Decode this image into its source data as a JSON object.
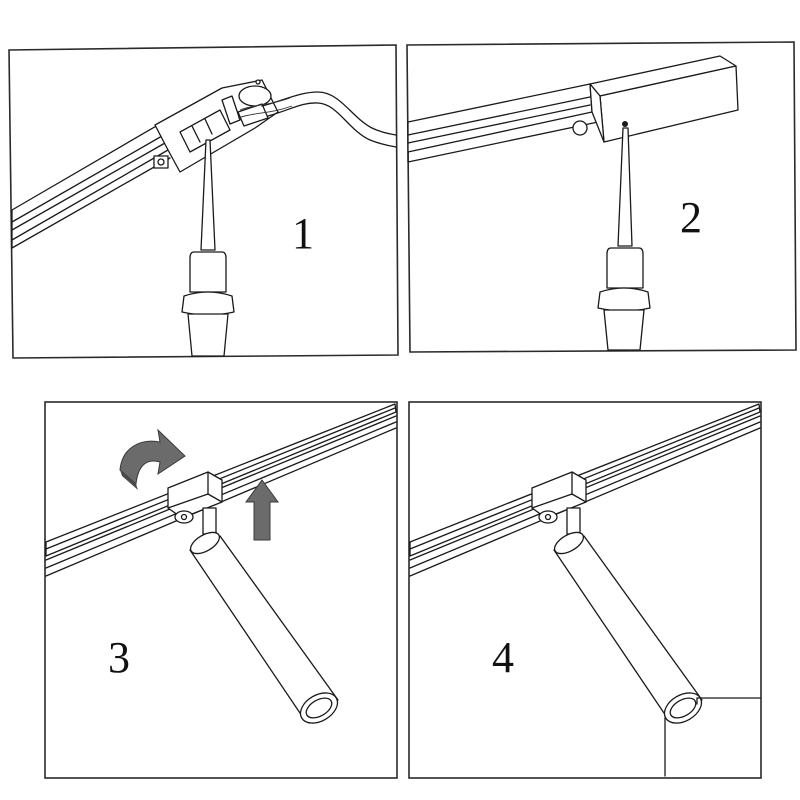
{
  "steps": [
    {
      "number": "1",
      "label": "1"
    },
    {
      "number": "2",
      "label": "2"
    },
    {
      "number": "3",
      "label": "3"
    },
    {
      "number": "4",
      "label": "4"
    }
  ],
  "colors": {
    "line": "#1a1a1a",
    "arrow": "#6b6b6b",
    "background": "#ffffff"
  },
  "icons": [
    "screwdriver-icon",
    "cable-icon",
    "rotate-arrow-icon",
    "up-arrow-icon",
    "spotlight-icon"
  ]
}
